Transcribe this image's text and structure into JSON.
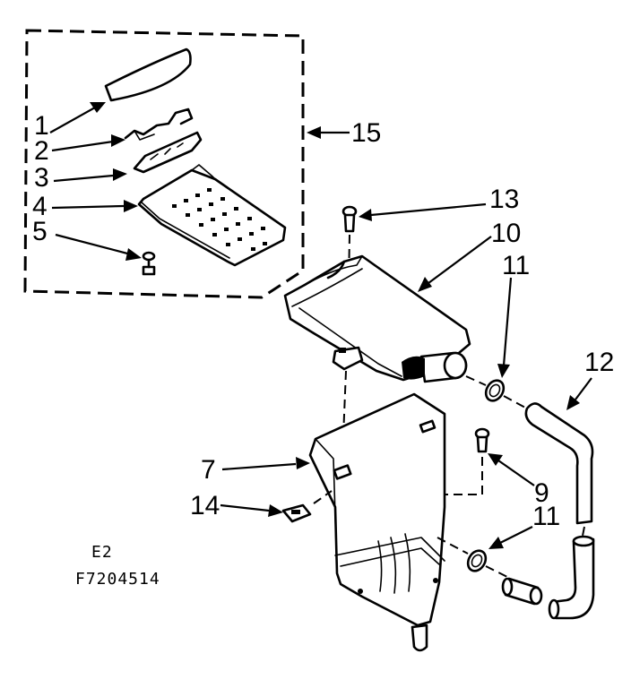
{
  "callouts": {
    "c1": "1",
    "c2": "2",
    "c3": "3",
    "c4": "4",
    "c5": "5",
    "c7": "7",
    "c9": "9",
    "c10": "10",
    "c11a": "11",
    "c11b": "11",
    "c12": "12",
    "c13": "13",
    "c14": "14",
    "c15": "15"
  },
  "codes": {
    "line1": "E2",
    "line2": "F7204514"
  }
}
